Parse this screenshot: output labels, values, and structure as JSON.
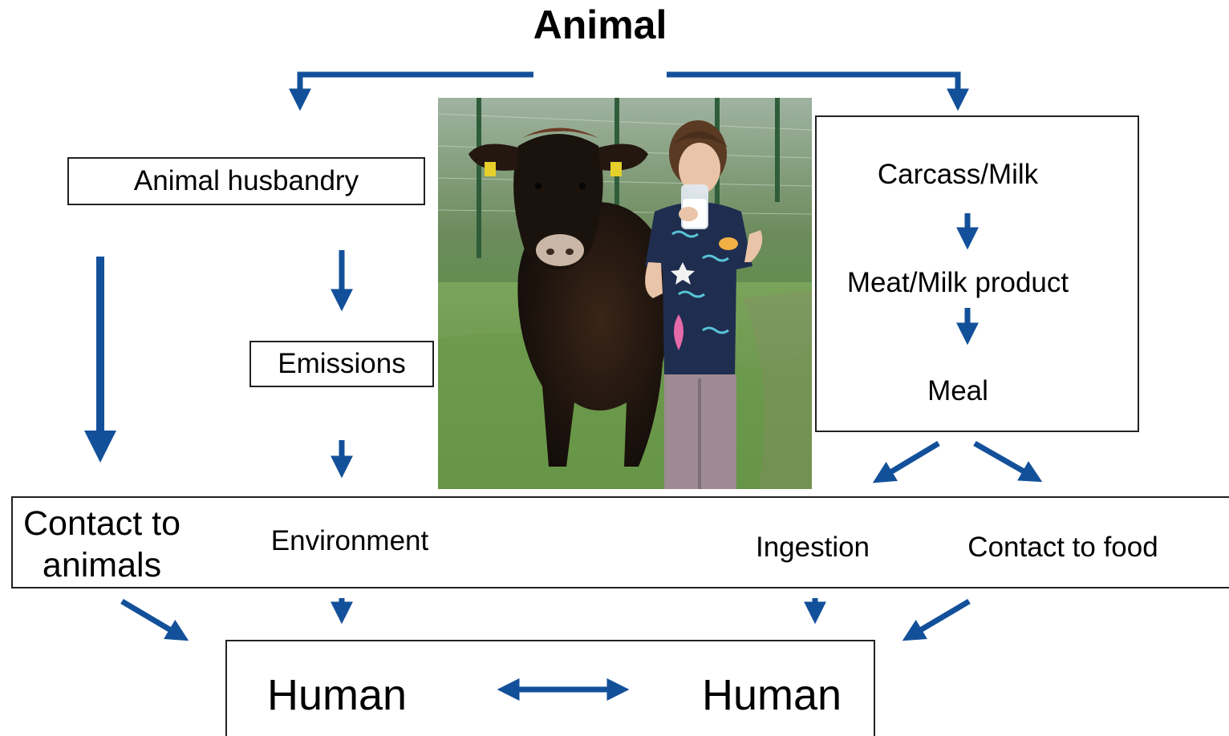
{
  "title": "Animal",
  "left_branch": {
    "husbandry_label": "Animal husbandry",
    "emissions_label": "Emissions"
  },
  "right_branch": {
    "carcass_label": "Carcass/Milk",
    "product_label": "Meat/Milk product",
    "meal_label": "Meal"
  },
  "exposure_row": {
    "contact_animals_label": "Contact to\nanimals",
    "environment_label": "Environment",
    "ingestion_label": "Ingestion",
    "contact_food_label": "Contact to food"
  },
  "bottom": {
    "human_left_label": "Human",
    "human_right_label": "Human"
  },
  "colors": {
    "arrow": "#13509a",
    "border": "#222222"
  }
}
